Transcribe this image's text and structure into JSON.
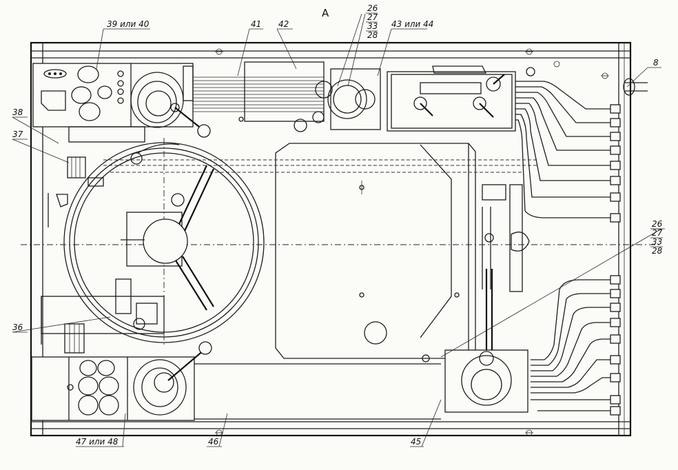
{
  "view_label": "А",
  "callouts": {
    "top": [
      {
        "id": "c39",
        "text": "39 или 40"
      },
      {
        "id": "c41",
        "text": "41"
      },
      {
        "id": "c42",
        "text": "42"
      },
      {
        "id": "c26a",
        "text": "26"
      },
      {
        "id": "c27a",
        "text": "27"
      },
      {
        "id": "c33a",
        "text": "33"
      },
      {
        "id": "c28a",
        "text": "28"
      },
      {
        "id": "c43",
        "text": "43 или 44"
      },
      {
        "id": "c8",
        "text": "8"
      }
    ],
    "left": [
      {
        "id": "c38",
        "text": "38"
      },
      {
        "id": "c37",
        "text": "37"
      },
      {
        "id": "c36",
        "text": "36"
      }
    ],
    "right": [
      {
        "id": "c26b",
        "text": "26"
      },
      {
        "id": "c27b",
        "text": "27"
      },
      {
        "id": "c33b",
        "text": "33"
      },
      {
        "id": "c28b",
        "text": "28"
      }
    ],
    "bottom": [
      {
        "id": "c47",
        "text": "47 или 48"
      },
      {
        "id": "c46",
        "text": "46"
      },
      {
        "id": "c45",
        "text": "45"
      }
    ]
  }
}
